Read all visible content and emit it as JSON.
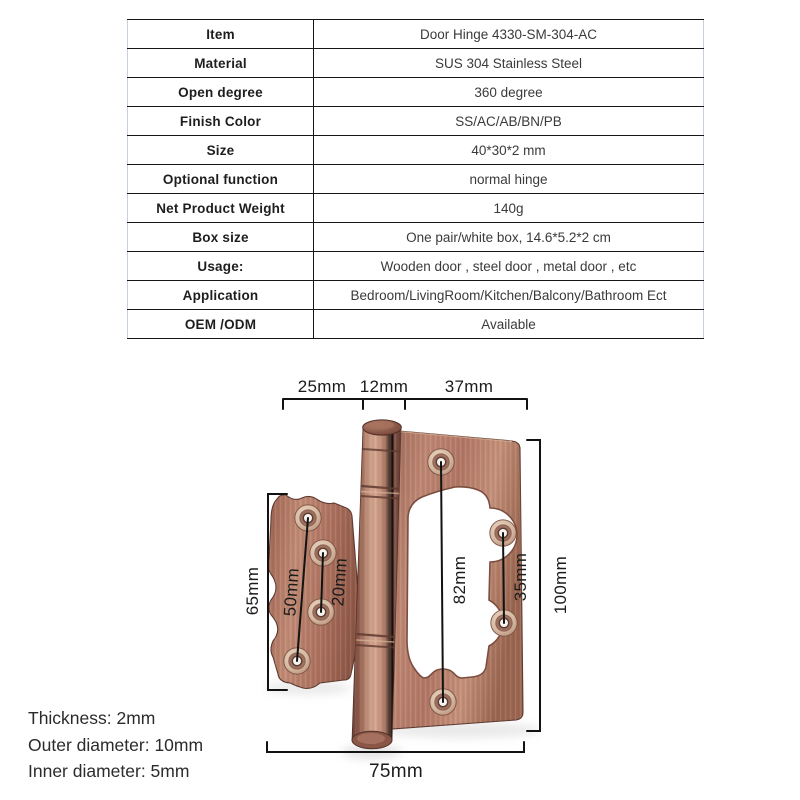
{
  "table": {
    "rows": [
      {
        "label": "Item",
        "value": "Door Hinge 4330-SM-304-AC"
      },
      {
        "label": "Material",
        "value": "SUS 304 Stainless Steel"
      },
      {
        "label": "Open degree",
        "value": "360 degree"
      },
      {
        "label": "Finish Color",
        "value": "SS/AC/AB/BN/PB"
      },
      {
        "label": "Size",
        "value": "40*30*2 mm"
      },
      {
        "label": "Optional function",
        "value": "normal hinge"
      },
      {
        "label": "Net Product Weight",
        "value": "140g"
      },
      {
        "label": "Box size",
        "value": "One pair/white box, 14.6*5.2*2 cm"
      },
      {
        "label": "Usage:",
        "value": "Wooden door , steel door , metal door , etc"
      },
      {
        "label": "Application",
        "value": "Bedroom/LivingRoom/Kitchen/Balcony/Bathroom Ect"
      },
      {
        "label": "OEM /ODM",
        "value": "Available"
      }
    ]
  },
  "diagram": {
    "dimensions": {
      "top_left_width": "25mm",
      "top_barrel_width": "12mm",
      "top_right_width": "37mm",
      "left_wing_height": "65mm",
      "left_holes_span": "50mm",
      "left_holes_gap": "20mm",
      "right_holes_span": "82mm",
      "right_holes_gap": "35mm",
      "right_plate_height": "100mm",
      "bottom_width": "75mm"
    },
    "notes": [
      "Thickness: 2mm",
      "Outer diameter: 10mm",
      "Inner diameter: 5mm"
    ]
  },
  "colors": {
    "copper_base": "#b27a68",
    "copper_light": "#d2a58d",
    "copper_dark": "#6e4237",
    "dimension_line": "#121212",
    "table_line": "#161616",
    "table_outer_line": "#c7d0de"
  }
}
